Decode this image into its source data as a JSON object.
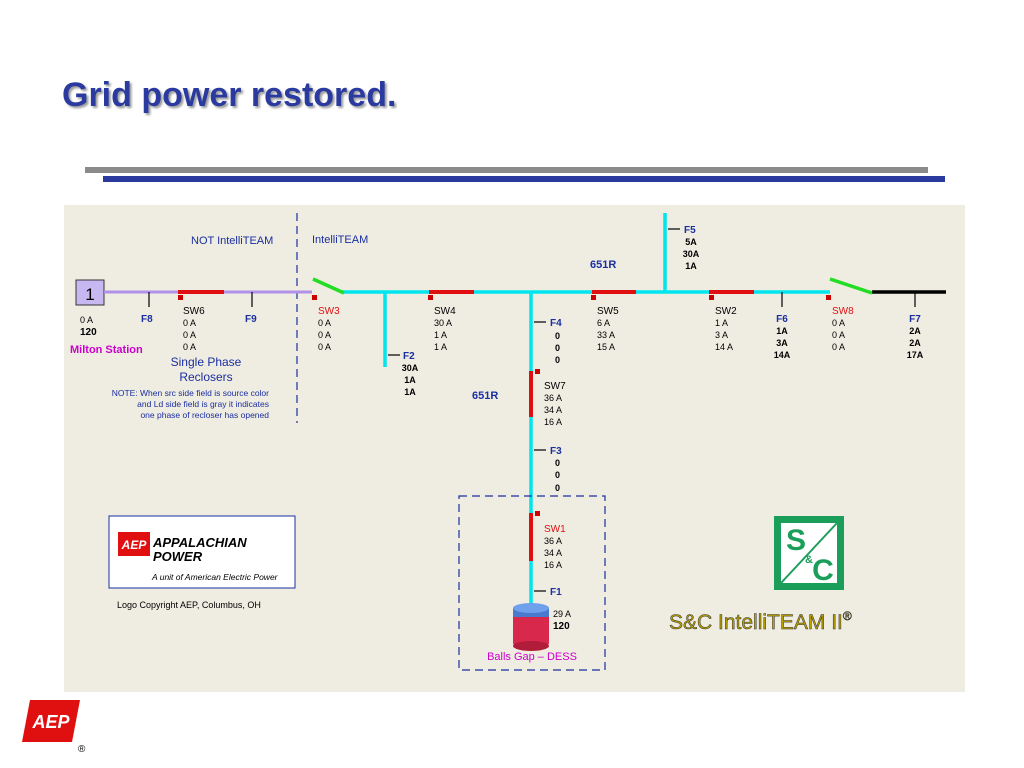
{
  "slide": {
    "title": "Grid power restored."
  },
  "diagram": {
    "region_not_intelliteam": "NOT IntelliTEAM",
    "region_intelliteam": "IntelliTEAM",
    "source_box_label": "1",
    "source_current": "0 A",
    "source_voltage": "120",
    "source_name": "Milton Station",
    "single_phase_line1": "Single Phase",
    "single_phase_line2": "Reclosers",
    "note_lines": [
      "NOTE: When src side field is source color",
      "and Ld side field is gray it indicates",
      "one phase of recloser has opened"
    ],
    "circuit_labels": [
      "651R",
      "651R"
    ],
    "switches": [
      {
        "name": "SW6",
        "readings": [
          "0 A",
          "0 A",
          "0 A"
        ]
      },
      {
        "name": "SW3",
        "readings": [
          "0 A",
          "0 A",
          "0 A"
        ]
      },
      {
        "name": "SW4",
        "readings": [
          "30 A",
          "1 A",
          "1 A"
        ]
      },
      {
        "name": "SW5",
        "readings": [
          "6 A",
          "33 A",
          "15 A"
        ]
      },
      {
        "name": "SW2",
        "readings": [
          "1 A",
          "3 A",
          "14 A"
        ]
      },
      {
        "name": "SW8",
        "readings": [
          "0 A",
          "0 A",
          "0 A"
        ]
      },
      {
        "name": "SW7",
        "readings": [
          "36 A",
          "34 A",
          "16 A"
        ]
      },
      {
        "name": "SW1",
        "readings": [
          "36 A",
          "34 A",
          "16 A"
        ]
      }
    ],
    "feeders": [
      {
        "name": "F8",
        "readings": []
      },
      {
        "name": "F9",
        "readings": []
      },
      {
        "name": "F2",
        "readings": [
          "30A",
          "1A",
          "1A"
        ]
      },
      {
        "name": "F4",
        "readings": [
          "0",
          "0",
          "0"
        ]
      },
      {
        "name": "F5",
        "readings": [
          "5A",
          "30A",
          "1A"
        ]
      },
      {
        "name": "F6",
        "readings": [
          "1A",
          "3A",
          "14A"
        ]
      },
      {
        "name": "F7",
        "readings": [
          "2A",
          "2A",
          "17A"
        ]
      },
      {
        "name": "F3",
        "readings": [
          "0",
          "0",
          "0"
        ]
      },
      {
        "name": "F1",
        "readings": []
      }
    ],
    "dess": {
      "current": "29 A",
      "voltage": "120",
      "name": "Balls Gap – DESS"
    },
    "appalachian_logo": {
      "line1": "APPALACHIAN",
      "line2": "POWER",
      "tagline": "A unit of American Electric Power",
      "badge": "AEP"
    },
    "logo_copyright": "Logo Copyright AEP, Columbus, OH",
    "sc_logo": {
      "top": "S",
      "mid": "&",
      "bottom": "C"
    },
    "sc_brand": "S&C IntelliTEAM II",
    "sc_registered": "®"
  },
  "corner_logo": {
    "text": "AEP",
    "registered": "®"
  },
  "colors": {
    "title": "#2a3a9e",
    "energized_line": "#00e5ee",
    "dead_line": "#b090e8",
    "closed_switch": "#e01010",
    "open_switch": "#22dd22",
    "switch_labels": "#000000",
    "sectionalizer_label": "#e01010",
    "feeder_label": "#1a2fa0",
    "station_label": "#cc00cc",
    "diagram_background": "#efece2"
  }
}
